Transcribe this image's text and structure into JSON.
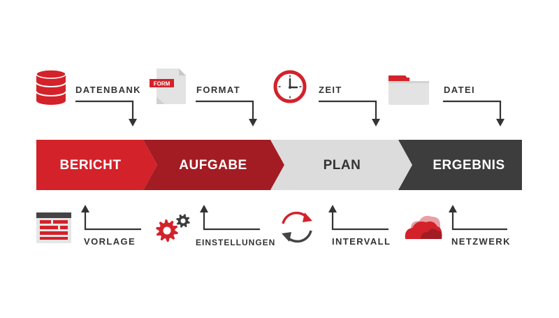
{
  "colors": {
    "red": "#d3222a",
    "dark_red": "#a31c23",
    "light_gray": "#dcdcdc",
    "dark_gray": "#3d3d3d",
    "arrow": "#333333",
    "text_dark": "#333333",
    "white": "#ffffff"
  },
  "icons": {
    "database": "database-icon",
    "form": "form-document-icon",
    "clock": "clock-icon",
    "folder": "folder-icon",
    "template": "template-icon",
    "settings": "gears-icon",
    "interval": "refresh-icon",
    "network": "cloud-icon"
  },
  "form_icon_label": "FORM",
  "segments": [
    {
      "label": "BERICHT",
      "color": "#d3222a",
      "text_color": "#ffffff"
    },
    {
      "label": "AUFGABE",
      "color": "#a31c23",
      "text_color": "#ffffff"
    },
    {
      "label": "PLAN",
      "color": "#dcdcdc",
      "text_color": "#333333"
    },
    {
      "label": "ERGEBNIS",
      "color": "#3d3d3d",
      "text_color": "#ffffff"
    }
  ],
  "top_inputs": [
    {
      "label": "DATENBANK",
      "icon": "database-icon"
    },
    {
      "label": "FORMAT",
      "icon": "form-document-icon"
    },
    {
      "label": "ZEIT",
      "icon": "clock-icon"
    },
    {
      "label": "DATEI",
      "icon": "folder-icon"
    }
  ],
  "bottom_outputs": [
    {
      "label": "VORLAGE",
      "icon": "template-icon"
    },
    {
      "label": "EINSTELLUNGEN",
      "icon": "gears-icon"
    },
    {
      "label": "INTERVALL",
      "icon": "refresh-icon"
    },
    {
      "label": "NETZWERK",
      "icon": "cloud-icon"
    }
  ]
}
